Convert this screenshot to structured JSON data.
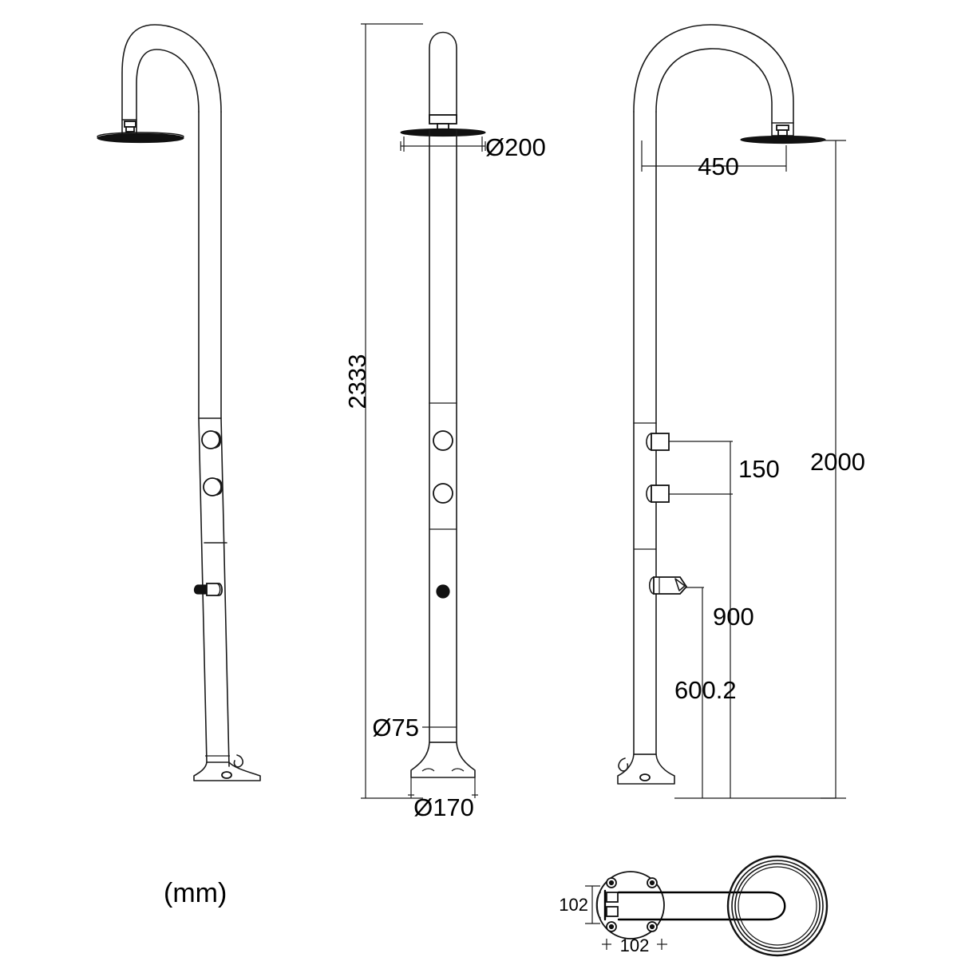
{
  "document": {
    "type": "technical-drawing",
    "subject": "Outdoor freestanding shower column",
    "unit_label": "(mm)",
    "background_color": "#ffffff",
    "line_color": "#1a1a1a"
  },
  "views": [
    {
      "id": "view-isometric-left",
      "name": "isometric-view",
      "label": "",
      "features": [
        "gooseneck-arm",
        "rain-shower-head",
        "upper-knob",
        "lower-knob",
        "foot-wash-spout",
        "flared-base"
      ]
    },
    {
      "id": "view-front-middle",
      "name": "front-elevation-view",
      "label": "",
      "features": [
        "gooseneck-arm",
        "rain-shower-head",
        "upper-knob-circle",
        "lower-knob-circle",
        "spout-port",
        "flared-base"
      ]
    },
    {
      "id": "view-side-right",
      "name": "side-elevation-view",
      "label": "",
      "features": [
        "gooseneck-arm",
        "rain-shower-head",
        "upper-knob",
        "lower-knob",
        "foot-wash-spout",
        "flared-base"
      ]
    },
    {
      "id": "view-top-detail",
      "name": "top-plan-detail-view",
      "label": "",
      "features": [
        "base-flange-circle",
        "four-bolt-holes",
        "arm-projection",
        "shower-head-circles"
      ]
    }
  ],
  "dimensions": {
    "head_diameter": {
      "label": "Ø200",
      "value": 200,
      "symbol": "Ø",
      "view": "front-elevation-view",
      "orientation": "horizontal",
      "description": "rain shower head diameter"
    },
    "overall_height": {
      "label": "2333",
      "value": 2333,
      "view": "front-elevation-view",
      "orientation": "vertical-rotated",
      "description": "overall column height including arm"
    },
    "pipe_diameter": {
      "label": "Ø75",
      "value": 75,
      "symbol": "Ø",
      "view": "front-elevation-view",
      "orientation": "leader",
      "description": "column pipe diameter"
    },
    "base_diameter": {
      "label": "Ø170",
      "value": 170,
      "symbol": "Ø",
      "view": "front-elevation-view",
      "orientation": "horizontal",
      "description": "flared base flange diameter"
    },
    "arm_reach": {
      "label": "450",
      "value": 450,
      "view": "side-elevation-view",
      "orientation": "horizontal",
      "description": "shower arm horizontal reach"
    },
    "knob_spacing": {
      "label": "150",
      "value": 150,
      "view": "side-elevation-view",
      "orientation": "vertical",
      "description": "vertical spacing between the two control knobs"
    },
    "shower_head_height": {
      "label": "2000",
      "value": 2000,
      "view": "side-elevation-view",
      "orientation": "vertical",
      "description": "height of shower head above ground"
    },
    "upper_knob_height": {
      "label": "900",
      "value": 900,
      "view": "side-elevation-view",
      "orientation": "vertical",
      "description": "height to foot wash spout measured from reference"
    },
    "spout_height": {
      "label": "600.2",
      "value": 600.2,
      "view": "side-elevation-view",
      "orientation": "vertical",
      "description": "height of foot wash spout above ground"
    },
    "base_width_vertical": {
      "label": "102",
      "value": 102,
      "view": "top-plan-detail-view",
      "orientation": "vertical",
      "description": "base mounting footprint depth"
    },
    "base_width_horizontal": {
      "label": "102",
      "value": 102,
      "view": "top-plan-detail-view",
      "orientation": "horizontal",
      "description": "base mounting footprint width"
    }
  }
}
